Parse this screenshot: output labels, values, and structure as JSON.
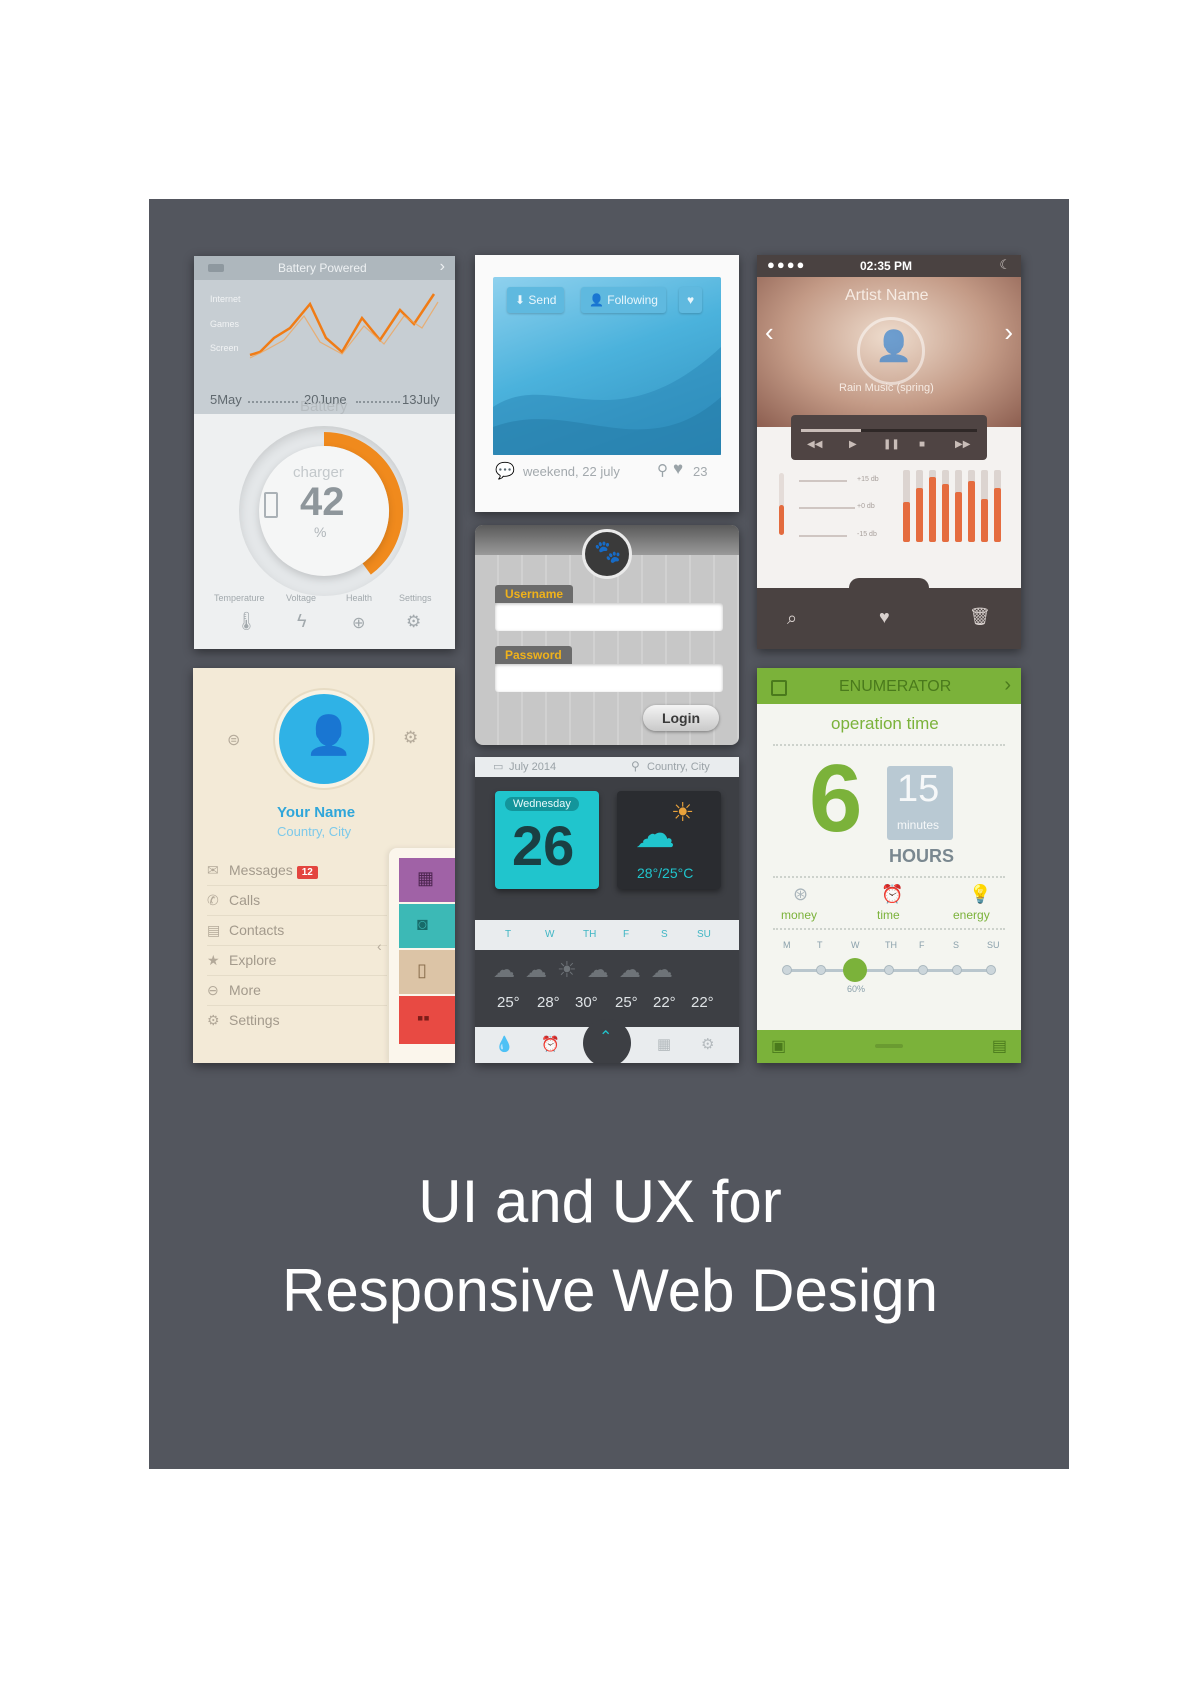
{
  "cover_title": {
    "line1": "UI and UX for",
    "line2": "Responsive Web Design"
  },
  "battery_widget": {
    "header": "Battery Powered",
    "graph_labels": [
      "Internet",
      "Games",
      "Screen"
    ],
    "dates": [
      "5May",
      "20June",
      "13July"
    ],
    "section_title": "Battery",
    "dial_label": "charger",
    "dial_value": "42",
    "dial_unit": "%",
    "dial_level": 0.42,
    "footer_items": [
      "Temperature",
      "Voltage",
      "Health",
      "Settings"
    ]
  },
  "photo_widget": {
    "send_label": "Send",
    "following_label": "Following",
    "caption": "weekend, 22 july",
    "likes": "23"
  },
  "music_widget": {
    "time": "02:35 PM",
    "artist": "Artist Name",
    "track": "Rain Music (spring)",
    "eq_labels": [
      "+15 db",
      "+0 db",
      "-15 db"
    ],
    "eq_levels": [
      0.55,
      0.75,
      0.9,
      0.8,
      0.7,
      0.85,
      0.6,
      0.75
    ]
  },
  "login_widget": {
    "username_label": "Username",
    "password_label": "Password",
    "login_button": "Login"
  },
  "profile_widget": {
    "name": "Your Name",
    "location": "Country, City",
    "menu": [
      {
        "label": "Messages",
        "badge": "12"
      },
      {
        "label": "Calls"
      },
      {
        "label": "Contacts"
      },
      {
        "label": "Explore"
      },
      {
        "label": "More"
      },
      {
        "label": "Settings"
      }
    ]
  },
  "weather_widget": {
    "date": "July 2014",
    "location": "Country, City",
    "day": "Wednesday",
    "day_number": "26",
    "temp_range": "28°/25°C",
    "week_days": [
      "T",
      "W",
      "TH",
      "F",
      "S",
      "SU"
    ],
    "temps": [
      "25°",
      "28°",
      "30°",
      "25°",
      "22°",
      "22°"
    ]
  },
  "enumerator_widget": {
    "title": "ENUMERATOR",
    "subtitle": "operation time",
    "hours_value": "6",
    "minutes_value": "15",
    "minutes_label": "minutes",
    "hours_label": "HOURS",
    "stats": [
      "money",
      "time",
      "energy"
    ],
    "week_days": [
      "M",
      "T",
      "W",
      "TH",
      "F",
      "S",
      "SU"
    ],
    "progress_label": "60%",
    "progress": 0.6
  },
  "colors": {
    "cover_background": "#53565e",
    "battery_accent": "#f08a1d",
    "profile_accent": "#2fb2e6",
    "weather_accent": "#20c5cd",
    "enumerator_accent": "#7bb23a"
  }
}
